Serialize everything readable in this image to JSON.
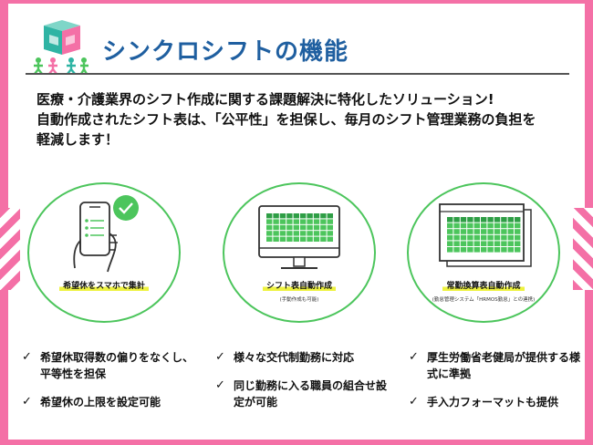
{
  "title": "シンクロシフトの機能",
  "intro": [
    "医療・介護業界のシフト作成に関する課題解決に特化したソリューション!",
    "自動作成されたシフト表は、「公平性」を担保し、毎月のシフト管理業務の負担を",
    "軽減します！"
  ],
  "features": [
    {
      "label": "希望休をスマホで集計",
      "note": "",
      "bullets": [
        "希望休取得数の偏りをなくし、平等性を担保",
        "希望休の上限を設定可能"
      ]
    },
    {
      "label": "シフト表自動作成",
      "note": "(手動作成も可能)",
      "bullets": [
        "様々な交代制勤務に対応",
        "同じ勤務に入る職員の組合せ設定が可能"
      ]
    },
    {
      "label": "常勤換算表自動作成",
      "note": "(勤怠管理システム「HRMOS勤怠」との連携)",
      "bullets": [
        "厚生労働省老健局が提供する様式に準拠",
        "手入力フォーマットも提供"
      ]
    }
  ],
  "icons": {
    "logo": "synchro-shift-logo",
    "feature1": "smartphone-hand-check-icon",
    "feature2": "monitor-table-icon",
    "feature3": "document-table-icon",
    "bullet": "check-icon"
  },
  "colors": {
    "accent_pink": "#f470a6",
    "title_blue": "#1f5fa0",
    "green": "#4cc55c",
    "highlight": "#eef23f"
  }
}
